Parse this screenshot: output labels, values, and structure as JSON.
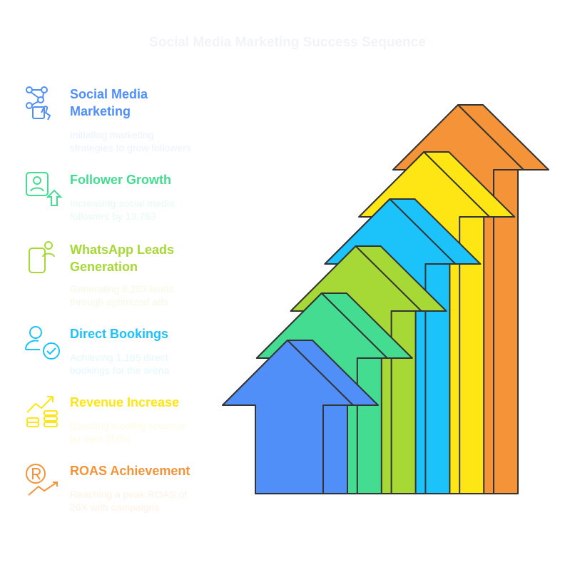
{
  "title": "Social Media Marketing Success Sequence",
  "steps": [
    {
      "title_lines": [
        "Social Media",
        "Marketing"
      ],
      "description_lines": [
        "Initiating marketing",
        "strategies to grow followers"
      ],
      "color": "#4f8ff7",
      "desc_color": "#eaf2fd",
      "icon": "network-hand-icon"
    },
    {
      "title_lines": [
        "Follower Growth"
      ],
      "description_lines": [
        "Increasing social media",
        "followers by 13,763"
      ],
      "color": "#43dc91",
      "desc_color": "#e6fbf1",
      "icon": "user-growth-icon"
    },
    {
      "title_lines": [
        "WhatsApp Leads",
        "Generation"
      ],
      "description_lines": [
        "Generating 8,203 leads",
        "through optimized ads"
      ],
      "color": "#a6d936",
      "desc_color": "#f3fae3",
      "icon": "phone-user-icon"
    },
    {
      "title_lines": [
        "Direct Bookings"
      ],
      "description_lines": [
        "Achieving 1,185 direct",
        "bookings for the arena"
      ],
      "color": "#1bc3fa",
      "desc_color": "#e3f7fe",
      "icon": "user-check-icon"
    },
    {
      "title_lines": [
        "Revenue Increase"
      ],
      "description_lines": [
        "Boosting monthly revenue",
        "by over 250%"
      ],
      "color": "#fde614",
      "desc_color": "#fefbe0",
      "icon": "coins-trend-icon"
    },
    {
      "title_lines": [
        "ROAS Achievement"
      ],
      "description_lines": [
        "Reaching a peak ROAS of",
        "26X with campaigns"
      ],
      "color": "#f59338",
      "desc_color": "#fef2e5",
      "icon": "roas-chart-icon"
    }
  ]
}
